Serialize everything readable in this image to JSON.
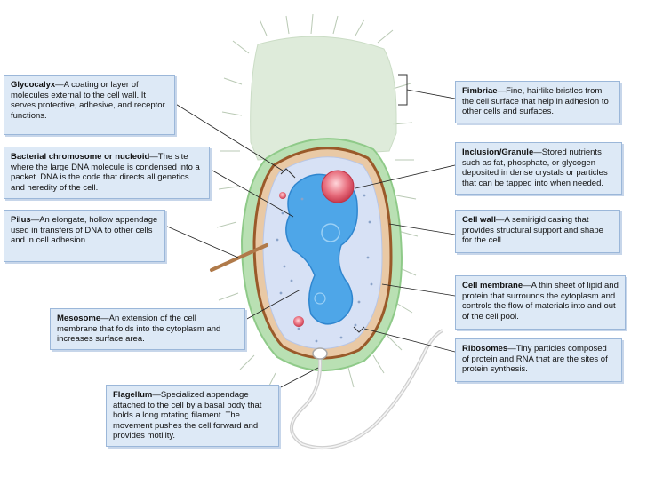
{
  "labels": {
    "glycocalyx": {
      "term": "Glycocalyx",
      "dash": "—",
      "text": "A coating or layer of molecules external to the cell wall. It serves protective, adhesive, and receptor functions."
    },
    "chromosome": {
      "term": "Bacterial chromosome or nucleoid",
      "dash": "—",
      "text": "The site where the large DNA molecule is condensed into a packet. DNA is the code that directs all genetics and heredity of the cell."
    },
    "pilus": {
      "term": "Pilus",
      "dash": "—",
      "text": "An elongate, hollow appendage used in transfers of DNA to other cells and in cell adhesion."
    },
    "mesosome": {
      "term": "Mesosome",
      "dash": "—",
      "text": "An extension of the cell membrane that folds into the cytoplasm and increases surface area."
    },
    "flagellum": {
      "term": "Flagellum",
      "dash": "—",
      "text": "Specialized appendage attached to the cell by a basal body that holds a long rotating filament. The movement pushes the cell forward and provides motility."
    },
    "fimbriae": {
      "term": "Fimbriae",
      "dash": "—",
      "text": "Fine, hairlike bristles from the cell surface that help in adhesion to other cells and surfaces."
    },
    "inclusion": {
      "term": "Inclusion/Granule",
      "dash": "—",
      "text": "Stored nutrients such as fat, phosphate, or glycogen deposited in dense crystals or particles that can be tapped into when needed."
    },
    "cellwall": {
      "term": "Cell wall",
      "dash": "—",
      "text": "A semirigid casing that provides structural support and shape for the cell."
    },
    "membrane": {
      "term": "Cell membrane",
      "dash": "—",
      "text": "A thin sheet of lipid and protein that surrounds the cytoplasm and controls the flow of materials into and out of the cell pool."
    },
    "ribosomes": {
      "term": "Ribosomes",
      "dash": "—",
      "text": "Tiny particles composed of protein and RNA that are the sites of protein synthesis."
    }
  },
  "colors": {
    "glycocalyx": "#c8e6c0",
    "capsule_outer": "#9fd19a",
    "cell_wall": "#9a5a2a",
    "cytoplasm": "#d9e4f6",
    "nucleoid": "#4aa3e6",
    "inclusion": "#e25b6e",
    "label_bg": "#dde9f6"
  }
}
